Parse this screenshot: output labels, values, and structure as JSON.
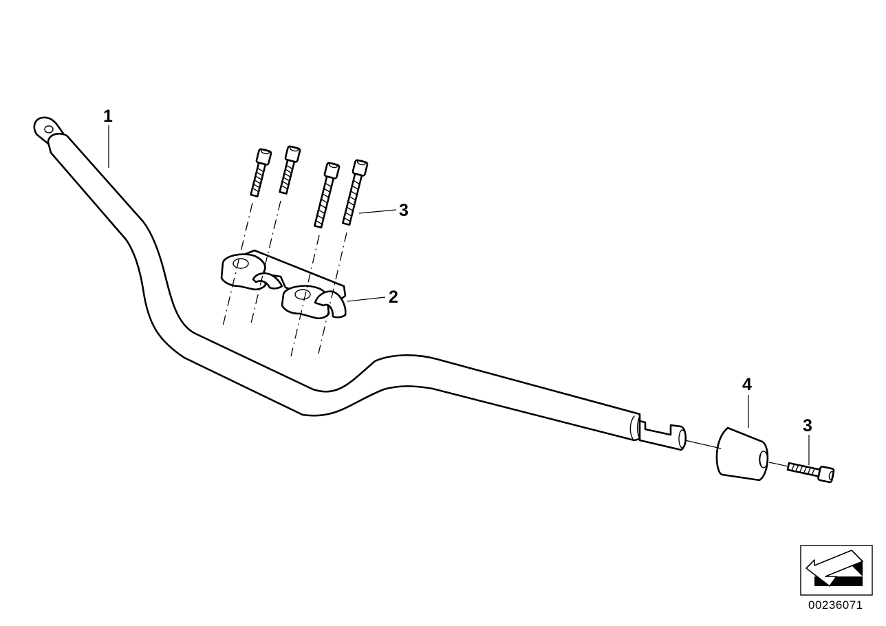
{
  "callouts": [
    {
      "id": "1",
      "text": "1"
    },
    {
      "id": "2",
      "text": "2"
    },
    {
      "id": "3a",
      "text": "3"
    },
    {
      "id": "4",
      "text": "4"
    },
    {
      "id": "3b",
      "text": "3"
    }
  ],
  "drawing_number": "00236071",
  "icons": {
    "view_direction": "arrow-pointer-icon"
  }
}
